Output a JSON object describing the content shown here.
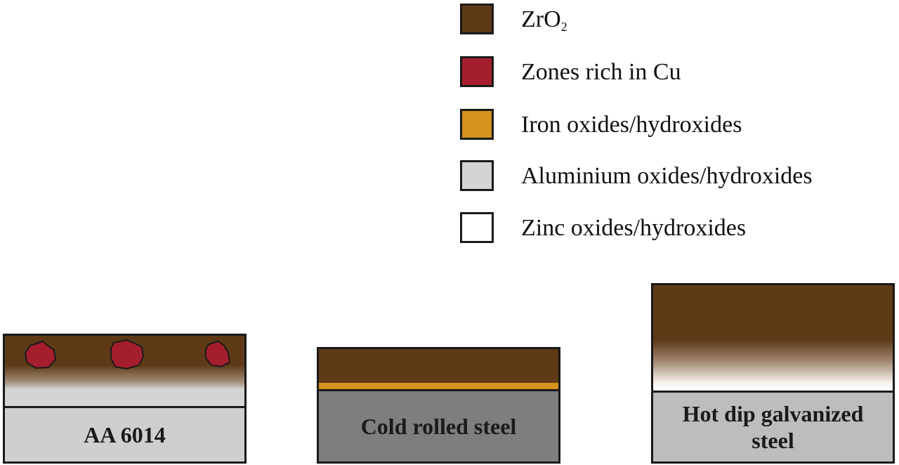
{
  "legend": {
    "items": [
      {
        "key": "zro2",
        "label_main": "ZrO",
        "label_sub": "2",
        "color": "#5e3a17"
      },
      {
        "key": "cu",
        "label": "Zones rich in Cu",
        "color": "#a51e2d"
      },
      {
        "key": "fe",
        "label": "Iron oxides/hydroxides",
        "color": "#d4941f"
      },
      {
        "key": "al",
        "label": "Aluminium oxides/hydroxides",
        "color": "#d4d4d4"
      },
      {
        "key": "zn",
        "label": "Zinc oxides/hydroxides",
        "color": "#ffffff"
      }
    ]
  },
  "samples": {
    "aa6014": {
      "label": "AA 6014",
      "substrate_color": "#cfcfcf"
    },
    "crs": {
      "label": "Cold rolled steel",
      "substrate_color": "#7e7e7e"
    },
    "hdg": {
      "label_line1": "Hot dip galvanized",
      "label_line2": "steel",
      "substrate_color": "#bdbdbd"
    }
  }
}
